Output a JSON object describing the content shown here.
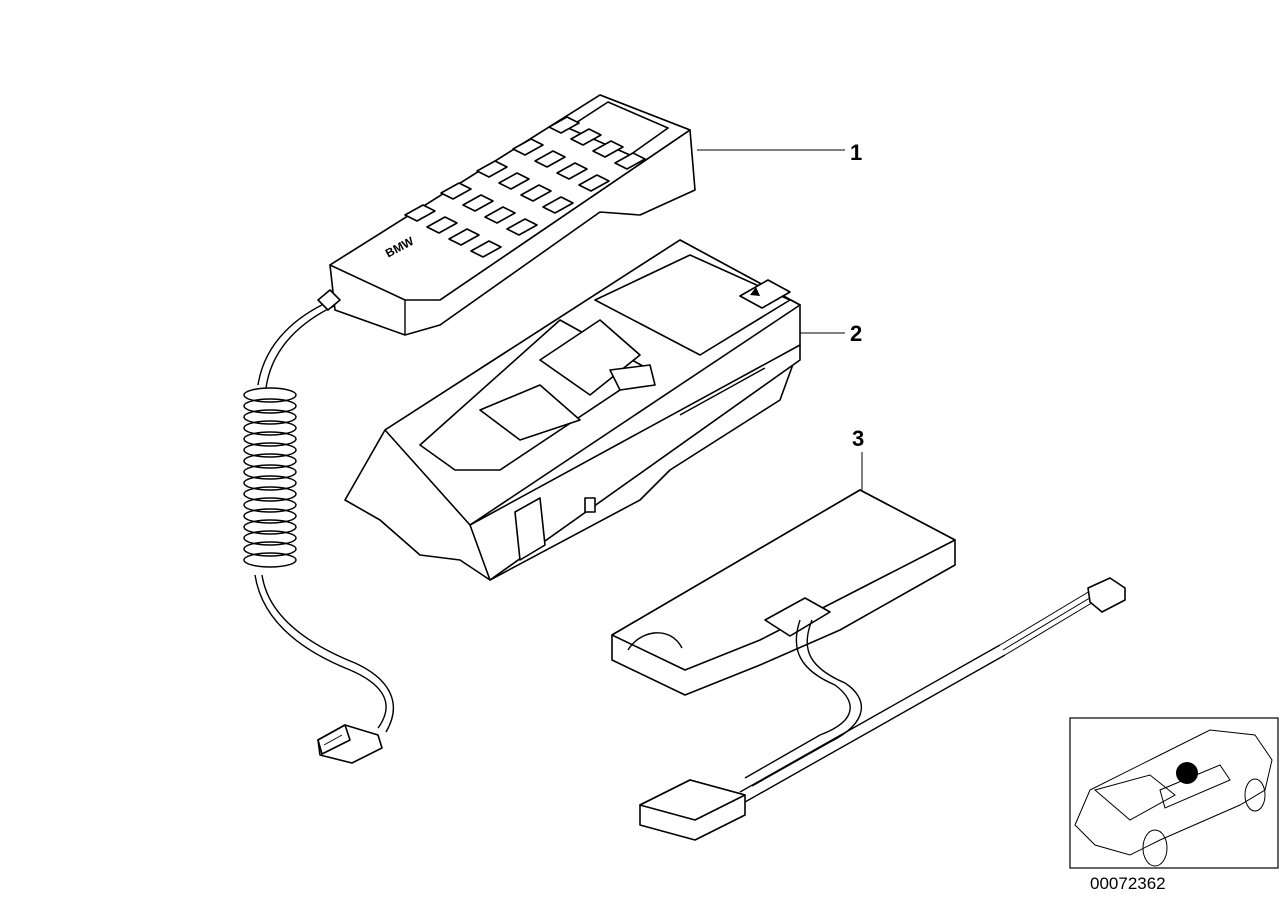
{
  "callouts": [
    {
      "number": "1",
      "part": "handset"
    },
    {
      "number": "2",
      "part": "cradle"
    },
    {
      "number": "3",
      "part": "control-module"
    }
  ],
  "handset_brand": "BMW",
  "diagram_code": "00072362",
  "colors": {
    "line": "#000000",
    "background": "#ffffff"
  }
}
